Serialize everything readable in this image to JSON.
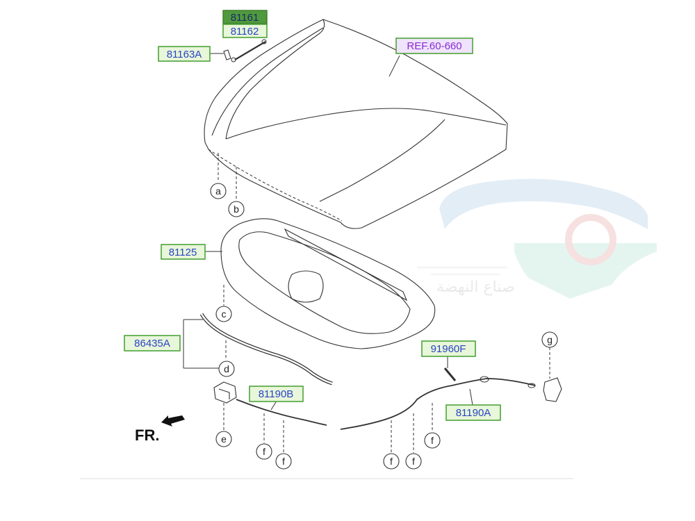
{
  "labels": {
    "p81161": "81161",
    "p81162": "81162",
    "p81163A": "81163A",
    "ref": "REF.60-660",
    "p81125": "81125",
    "p86435A": "86435A",
    "p91960F": "91960F",
    "p81190B": "81190B",
    "p81190A": "81190A"
  },
  "callouts": {
    "a": "a",
    "b": "b",
    "c": "c",
    "d": "d",
    "e": "e",
    "f1": "f",
    "f2": "f",
    "f3": "f",
    "f4": "f",
    "f5": "f",
    "g": "g"
  },
  "direction": "FR.",
  "watermark": "صناع النهضة"
}
